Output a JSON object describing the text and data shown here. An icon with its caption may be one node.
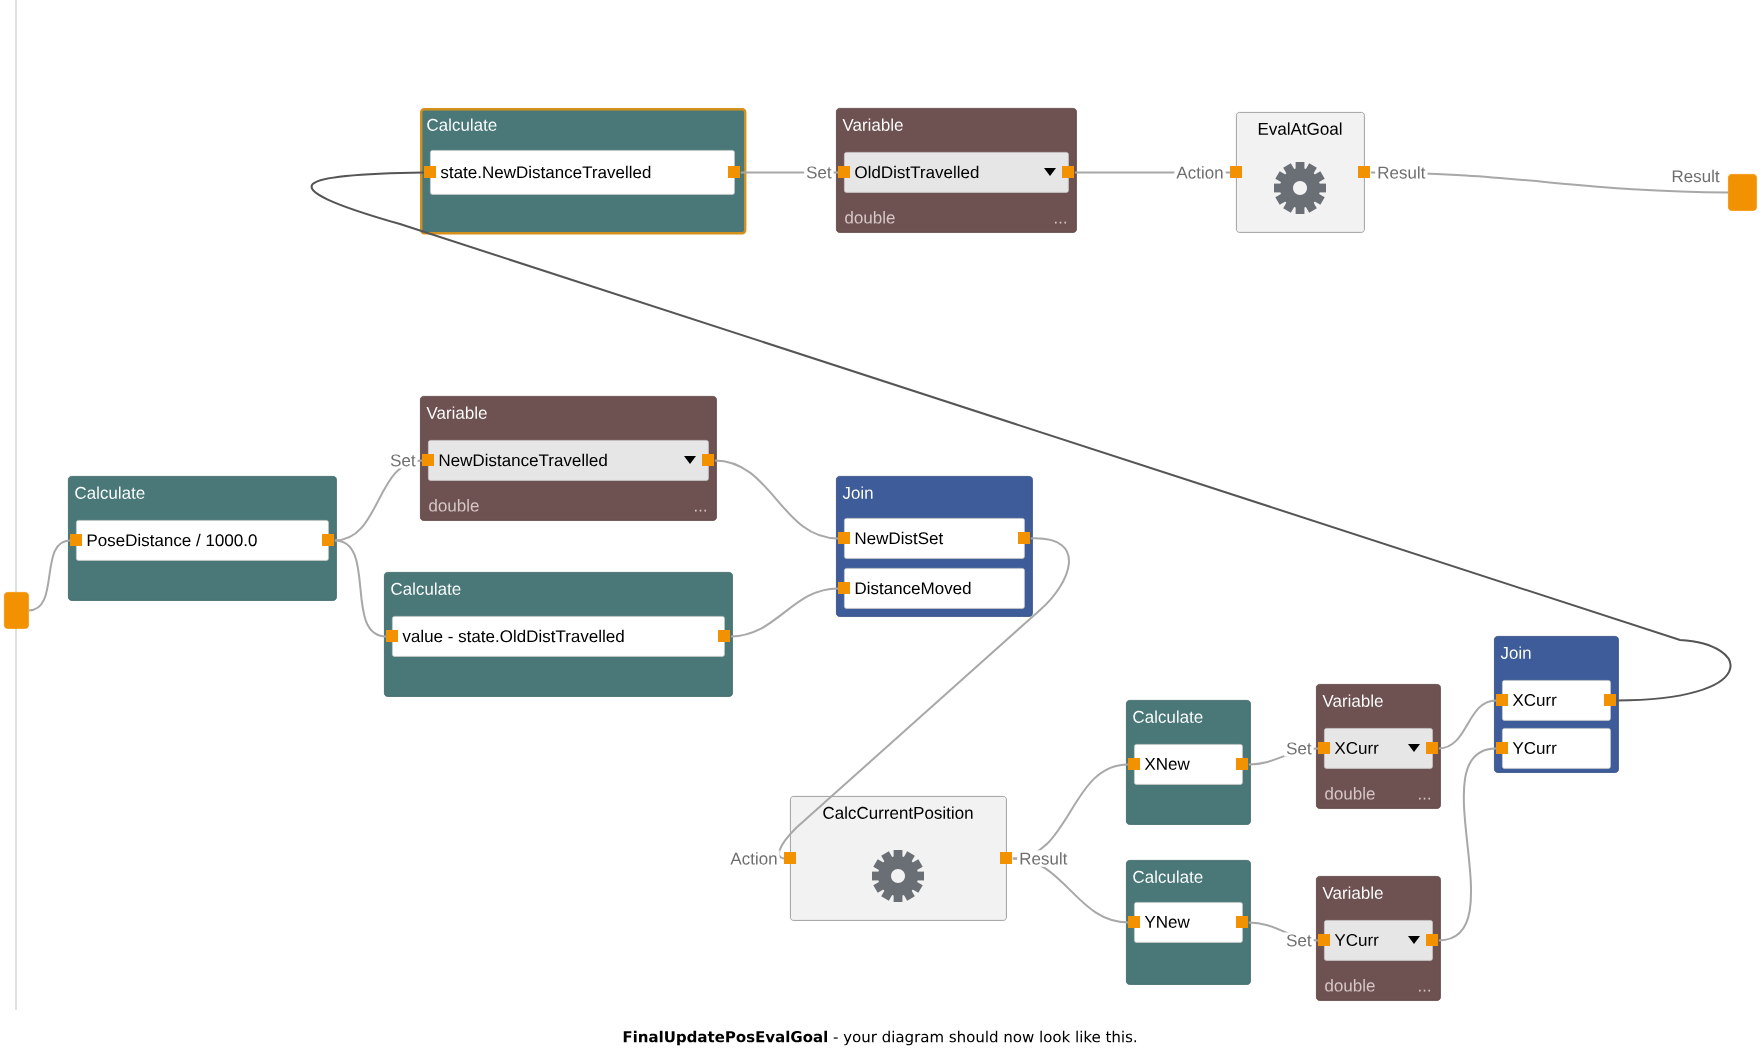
{
  "diagram": {
    "caption": "**FinalUpdatePosEvalGoal** - your diagram should now look like this.",
    "nodes": [
      {
        "text": [
          "Calculate"
        ]
      },
      {
        "text": [
          "state.NewDistanceTravelled"
        ],
        "in": 0
      },
      {
        "text": [
          "Variable",
          "double",
          "..."
        ]
      },
      {
        "text": [
          "OldDistTravelled"
        ],
        "in": 2
      },
      {
        "text": [
          "EvalAtGoal"
        ]
      },
      {
        "text": [],
        "shape": "box",
        "beside": [
          "Result"
        ]
      },
      {
        "text": [
          "Variable",
          "double",
          "..."
        ]
      },
      {
        "text": [
          "NewDistanceTravelled"
        ],
        "in": 6
      },
      {
        "text": [
          "Calculate"
        ]
      },
      {
        "text": [
          "PoseDistance / 1000.0"
        ],
        "in": 8
      },
      {
        "text": [
          "Join"
        ]
      },
      {
        "text": [
          "NewDistSet"
        ],
        "in": 10
      },
      {
        "text": [
          "DistanceMoved"
        ],
        "in": 10
      },
      {
        "text": [],
        "shape": "box"
      },
      {
        "text": [
          "Calculate"
        ]
      },
      {
        "text": [
          "value - state.OldDistTravelled"
        ],
        "in": 14
      },
      {
        "text": [
          "Join"
        ]
      },
      {
        "text": [
          "XCurr"
        ],
        "in": 16
      },
      {
        "text": [
          "YCurr"
        ],
        "in": 16
      },
      {
        "text": [
          "Calculate"
        ]
      },
      {
        "text": [
          "XNew"
        ],
        "in": 19
      },
      {
        "text": [
          "Variable",
          "double",
          "..."
        ]
      },
      {
        "text": [
          "XCurr"
        ],
        "in": 21
      },
      {
        "text": [
          "CalcCurrentPosition"
        ]
      },
      {
        "text": [
          "Calculate"
        ]
      },
      {
        "text": [
          "YNew"
        ],
        "in": 24
      },
      {
        "text": [
          "Variable",
          "double",
          "..."
        ]
      },
      {
        "text": [
          "YCurr"
        ],
        "in": 26
      }
    ],
    "edges": [
      {
        "from": 1,
        "to": 3,
        "arrow": "none",
        "label": "Set"
      },
      {
        "from": 3,
        "to": 4,
        "arrow": "none",
        "label": "Action"
      },
      {
        "from": 4,
        "to": 5,
        "arrow": "none",
        "label": "Result"
      },
      {
        "from": 13,
        "to": 9,
        "arrow": "none"
      },
      {
        "from": 9,
        "to": 7,
        "arrow": "none",
        "label": "Set"
      },
      {
        "from": 9,
        "to": 15,
        "arrow": "none"
      },
      {
        "from": 7,
        "to": 11,
        "arrow": "none"
      },
      {
        "from": 15,
        "to": 12,
        "arrow": "none"
      },
      {
        "from": 11,
        "to": 23,
        "arrow": "none",
        "label": "Action"
      },
      {
        "from": 23,
        "to": 20,
        "arrow": "none",
        "label": "Result"
      },
      {
        "from": 23,
        "to": 25,
        "arrow": "none"
      },
      {
        "from": 20,
        "to": 22,
        "arrow": "none",
        "label": "Set"
      },
      {
        "from": 25,
        "to": 27,
        "arrow": "none",
        "label": "Set"
      },
      {
        "from": 22,
        "to": 17,
        "arrow": "none"
      },
      {
        "from": 27,
        "to": 18,
        "arrow": "none"
      },
      {
        "from": 17,
        "to": 1,
        "arrow": "none",
        "color": "#555555"
      }
    ]
  }
}
